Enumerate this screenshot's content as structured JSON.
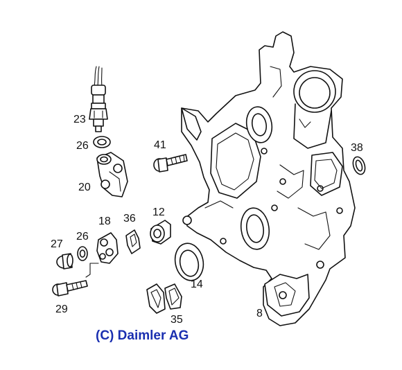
{
  "callouts": {
    "p23": "23",
    "p26a": "26",
    "p20": "20",
    "p41": "41",
    "p38": "38",
    "p18": "18",
    "p36": "36",
    "p12": "12",
    "p27": "27",
    "p26b": "26",
    "p29": "29",
    "p14": "14",
    "p35": "35",
    "p8": "8"
  },
  "copyright": "(C) Daimler AG",
  "colors": {
    "line": "#111111",
    "copyright_text": "#1a2fb0",
    "background": "#ffffff"
  }
}
